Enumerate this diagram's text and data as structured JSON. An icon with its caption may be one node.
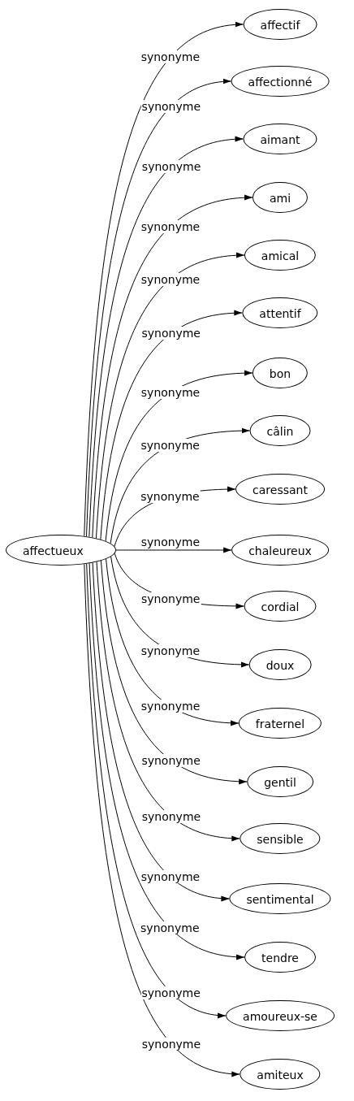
{
  "diagram": {
    "nodes": [
      {
        "text": [
          "affectueux"
        ]
      },
      {
        "text": [
          "affectif"
        ]
      },
      {
        "text": [
          "affectionné"
        ]
      },
      {
        "text": [
          "aimant"
        ]
      },
      {
        "text": [
          "ami"
        ]
      },
      {
        "text": [
          "amical"
        ]
      },
      {
        "text": [
          "attentif"
        ]
      },
      {
        "text": [
          "bon"
        ]
      },
      {
        "text": [
          "câlin"
        ]
      },
      {
        "text": [
          "caressant"
        ]
      },
      {
        "text": [
          "chaleureux"
        ]
      },
      {
        "text": [
          "cordial"
        ]
      },
      {
        "text": [
          "doux"
        ]
      },
      {
        "text": [
          "fraternel"
        ]
      },
      {
        "text": [
          "gentil"
        ]
      },
      {
        "text": [
          "sensible"
        ]
      },
      {
        "text": [
          "sentimental"
        ]
      },
      {
        "text": [
          "tendre"
        ]
      },
      {
        "text": [
          "amoureux-se"
        ]
      },
      {
        "text": [
          "amiteux"
        ]
      }
    ],
    "edges": [
      {
        "from": 0,
        "to": 1,
        "arrow": "to",
        "label": "synonyme"
      },
      {
        "from": 0,
        "to": 2,
        "arrow": "to",
        "label": "synonyme"
      },
      {
        "from": 0,
        "to": 3,
        "arrow": "to",
        "label": "synonyme"
      },
      {
        "from": 0,
        "to": 4,
        "arrow": "to",
        "label": "synonyme"
      },
      {
        "from": 0,
        "to": 5,
        "arrow": "to",
        "label": "synonyme"
      },
      {
        "from": 0,
        "to": 6,
        "arrow": "to",
        "label": "synonyme"
      },
      {
        "from": 0,
        "to": 7,
        "arrow": "to",
        "label": "synonyme"
      },
      {
        "from": 0,
        "to": 8,
        "arrow": "to",
        "label": "synonyme"
      },
      {
        "from": 0,
        "to": 9,
        "arrow": "to",
        "label": "synonyme"
      },
      {
        "from": 0,
        "to": 10,
        "arrow": "to",
        "label": "synonyme"
      },
      {
        "from": 0,
        "to": 11,
        "arrow": "to",
        "label": "synonyme"
      },
      {
        "from": 0,
        "to": 12,
        "arrow": "to",
        "label": "synonyme"
      },
      {
        "from": 0,
        "to": 13,
        "arrow": "to",
        "label": "synonyme"
      },
      {
        "from": 0,
        "to": 14,
        "arrow": "to",
        "label": "synonyme"
      },
      {
        "from": 0,
        "to": 15,
        "arrow": "to",
        "label": "synonyme"
      },
      {
        "from": 0,
        "to": 16,
        "arrow": "to",
        "label": "synonyme"
      },
      {
        "from": 0,
        "to": 17,
        "arrow": "to",
        "label": "synonyme"
      },
      {
        "from": 0,
        "to": 18,
        "arrow": "to",
        "label": "synonyme"
      },
      {
        "from": 0,
        "to": 19,
        "arrow": "to",
        "label": "synonyme"
      }
    ]
  }
}
